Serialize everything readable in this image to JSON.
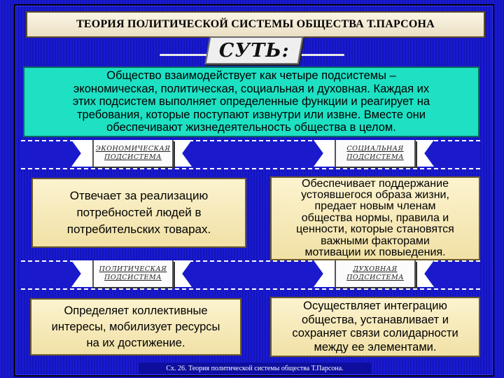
{
  "title": "ТЕОРИЯ ПОЛИТИЧЕСКОЙ СИСТЕМЫ ОБЩЕСТВА Т.ПАРСОНА",
  "essence_label": "СУТЬ:",
  "summary_lines": [
    "Общество взаимодействует как четыре подсистемы –",
    "экономическая, политическая, социальная и духовная. Каждая их",
    "этих подсистем выполняет определенные функции и реагирует на",
    "требования, которые поступают извнутри или извне. Вместе они",
    "обеспечивают жизнедеятельность общества в целом."
  ],
  "subsystems": {
    "economic": {
      "label": [
        "ЭКОНОМИЧЕСКАЯ",
        "ПОДСИСТЕМА"
      ],
      "text": [
        "Отвечает за реализацию",
        "потребностей людей в",
        "потребительских товарах."
      ]
    },
    "social": {
      "label": [
        "СОЦИАЛЬНАЯ",
        "ПОДСИСТЕМА"
      ],
      "text": [
        "Обеспечивает поддержание",
        "устоявшегося образа жизни,",
        "предает новым членам",
        "общества нормы, правила и",
        "ценности, которые становятся",
        "важными факторами",
        "мотивации их повыедения."
      ]
    },
    "political": {
      "label": [
        "ПОЛИТИЧЕСКАЯ",
        "ПОДСИСТЕМА"
      ],
      "text": [
        "Определяет коллективные",
        "интересы, мобилизует ресурсы",
        "на их достижение."
      ]
    },
    "spiritual": {
      "label": [
        "ДУХОВНАЯ",
        "ПОДСИСТЕМА"
      ],
      "text": [
        "Осуществляет интеграцию",
        "общества, устанавливает и",
        "сохраняет связи солидарности",
        "между ее элементами."
      ]
    }
  },
  "caption": "Сх. 26. Теория политической системы общества Т.Парсона."
}
